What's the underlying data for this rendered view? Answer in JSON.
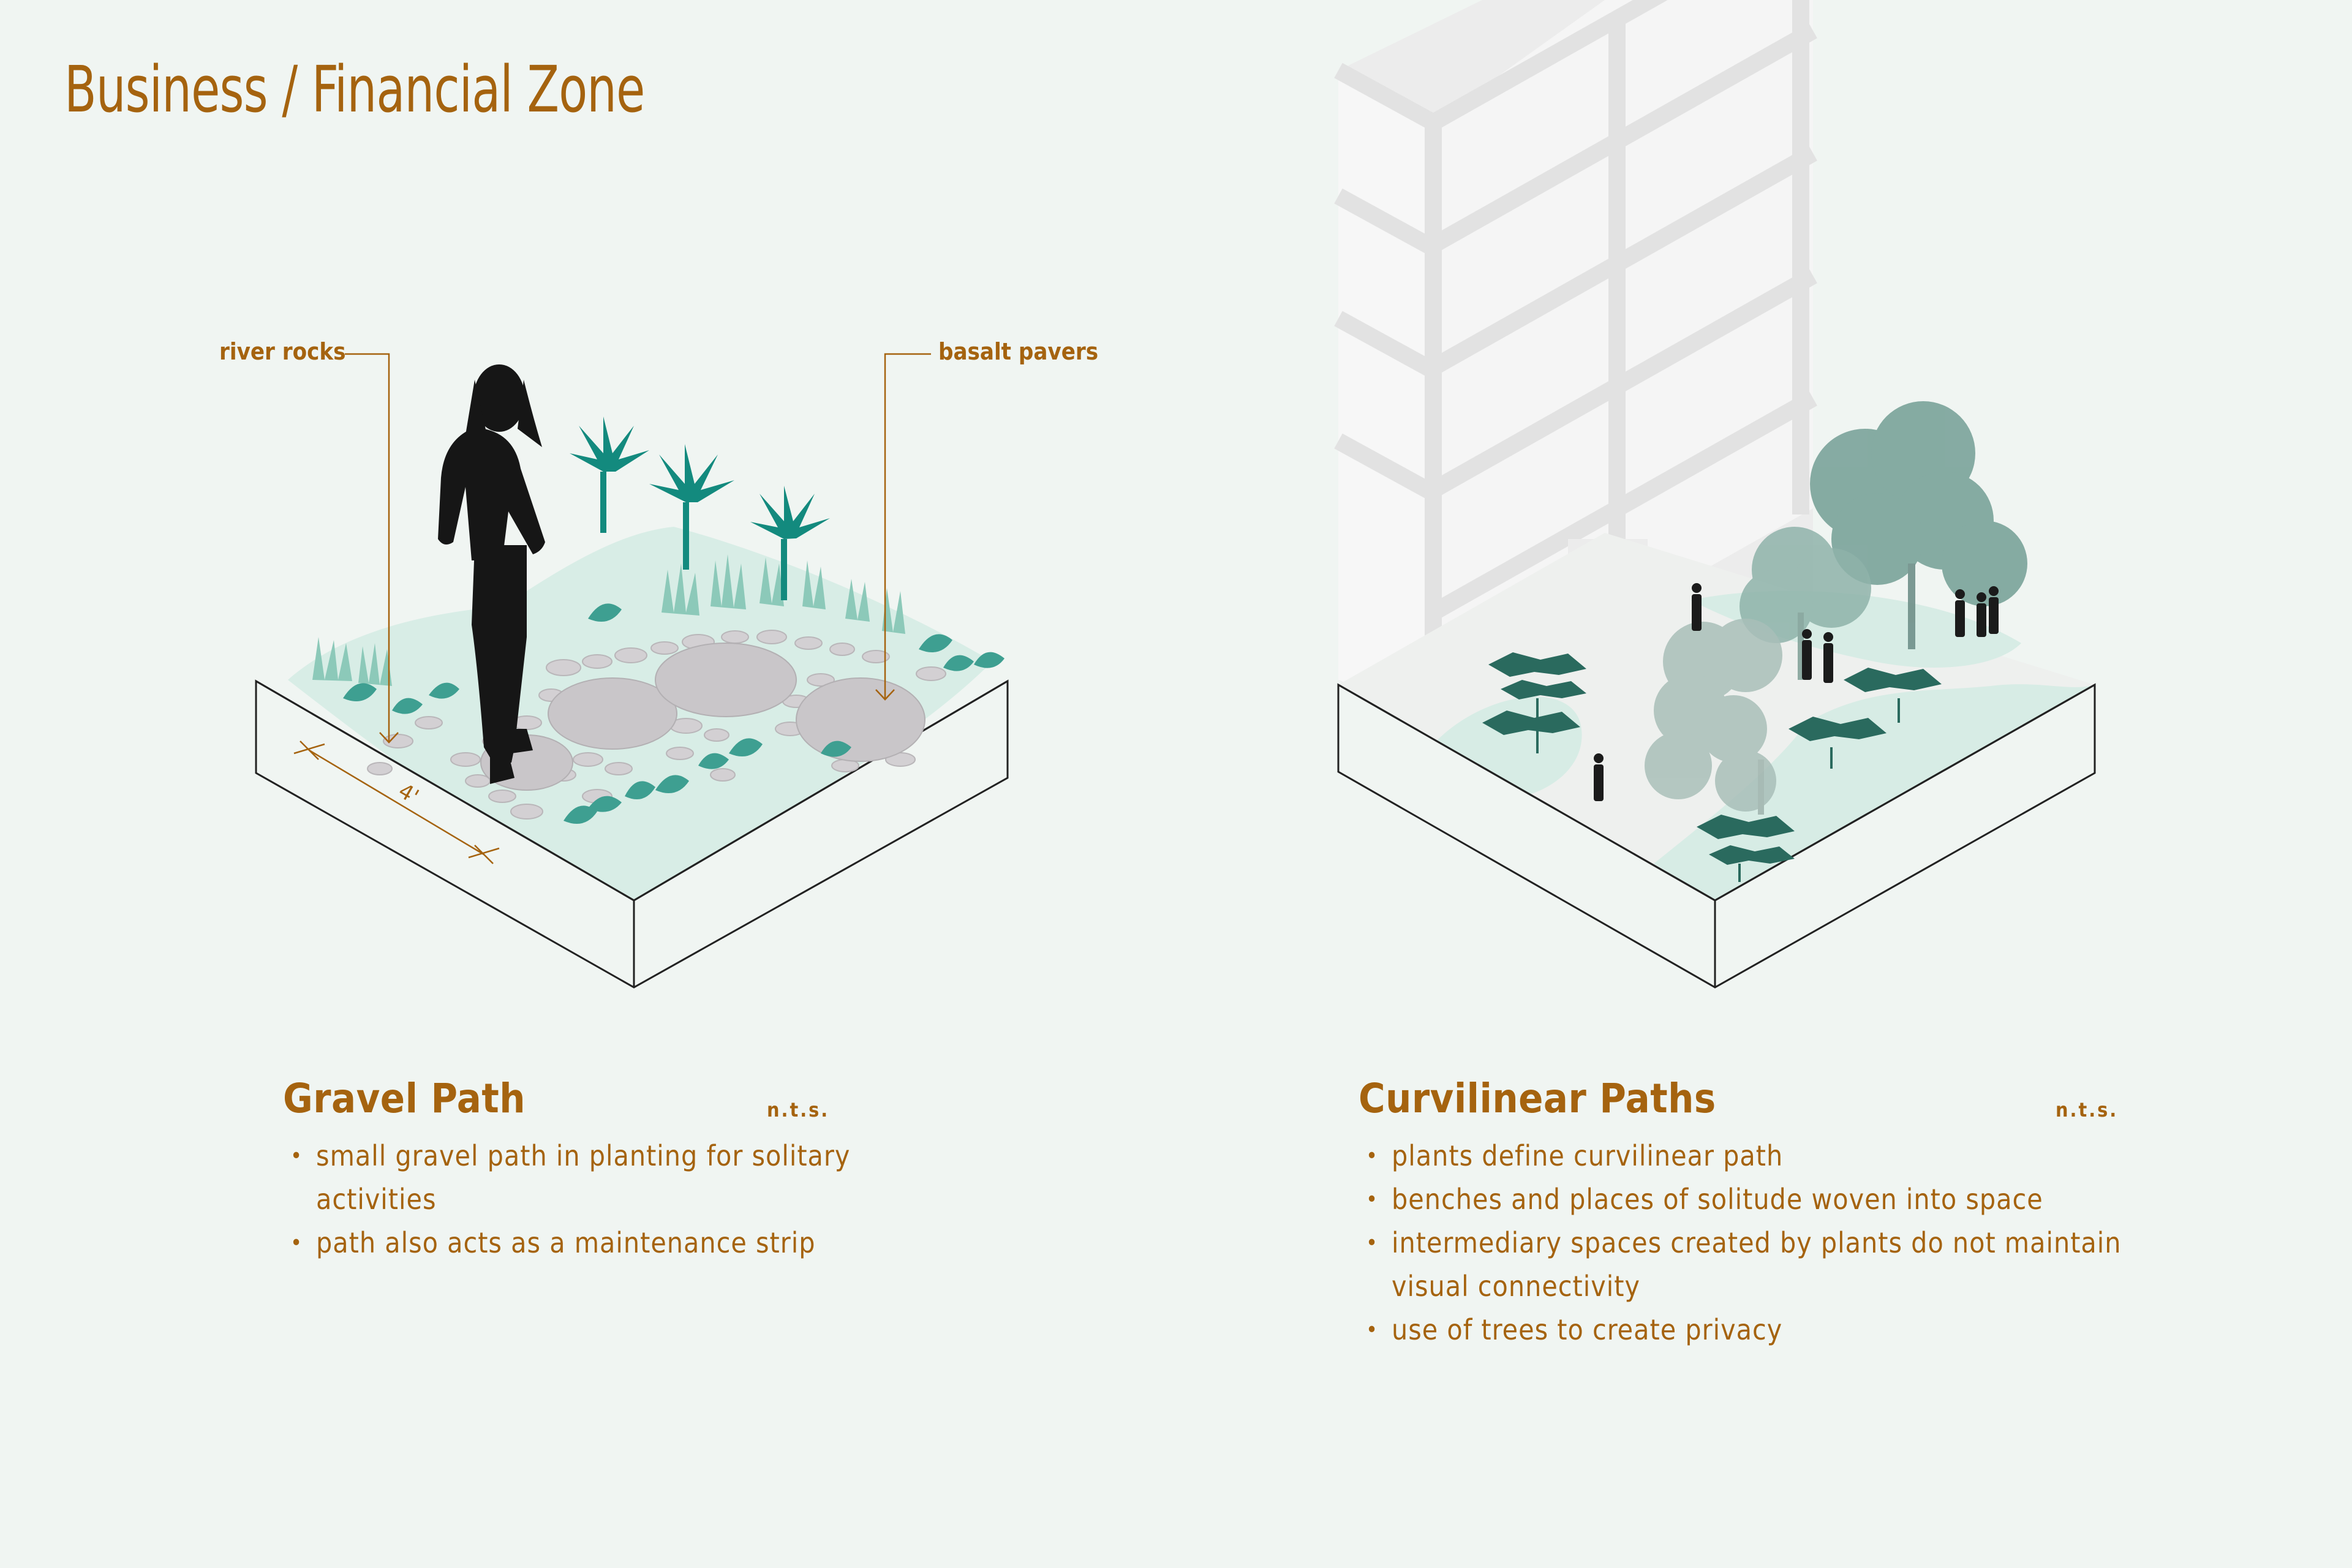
{
  "page": {
    "title": "Business / Financial Zone"
  },
  "colors": {
    "background": "#f0f5f2",
    "accent": "#a5630f",
    "teal_plant": "#198a80",
    "light_plant": "#7fbdb0",
    "ground": "#d6ebe4",
    "paver": "#c9c6c9",
    "silhouette": "#1a1a1a",
    "building": "#e8e8e8",
    "tree": "#6f9a91"
  },
  "left_diagram": {
    "callouts": {
      "river_rocks": "river rocks",
      "basalt_pavers": "basalt pavers"
    },
    "dimension": "4'",
    "title": "Gravel Path",
    "scale": "n.t.s.",
    "bullets": [
      "small gravel path in planting for solitary activities",
      "path also acts as a maintenance strip"
    ]
  },
  "right_diagram": {
    "title": "Curvilinear Paths",
    "scale": "n.t.s.",
    "bullets": [
      "plants define curvilinear path",
      "benches and places of solitude woven into space",
      "intermediary spaces created by plants do not maintain visual connectivity",
      "use of trees to create privacy"
    ]
  },
  "icons": {
    "bullet": "bullet-dot"
  }
}
